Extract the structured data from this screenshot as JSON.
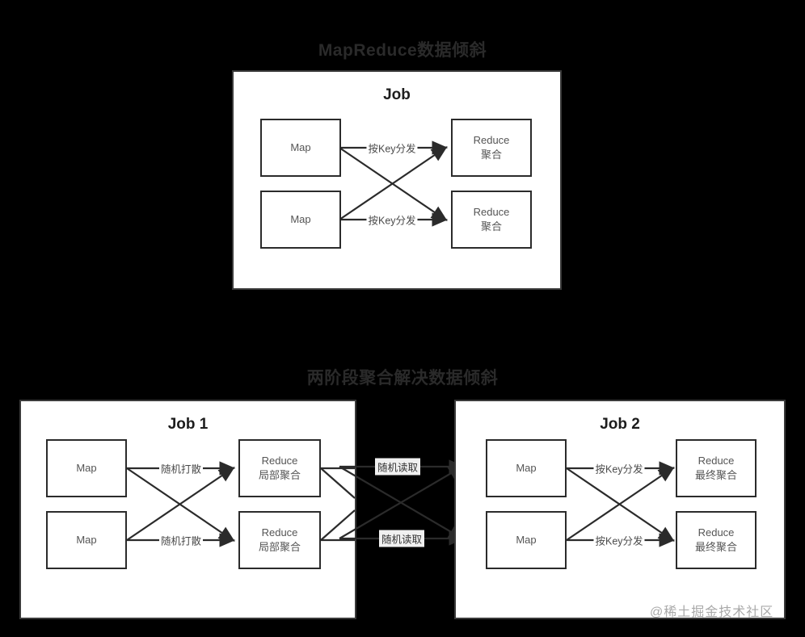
{
  "figures": [
    {
      "title": "MapReduce数据倾斜",
      "panel_title": "Job",
      "nodes": {
        "map_top": "Map",
        "map_bottom": "Map",
        "reduce_top_line1": "Reduce",
        "reduce_top_line2": "聚合",
        "reduce_bottom_line1": "Reduce",
        "reduce_bottom_line2": "聚合"
      },
      "edge_labels": {
        "top": "按Key分发",
        "bottom": "按Key分发"
      }
    },
    {
      "title": "两阶段聚合解决数据倾斜",
      "left_panel": {
        "panel_title": "Job 1",
        "nodes": {
          "map_top": "Map",
          "map_bottom": "Map",
          "reduce_top_line1": "Reduce",
          "reduce_top_line2": "局部聚合",
          "reduce_bottom_line1": "Reduce",
          "reduce_bottom_line2": "局部聚合"
        },
        "edge_labels": {
          "top": "随机打散",
          "bottom": "随机打散"
        }
      },
      "bridge_labels": {
        "top": "随机读取",
        "bottom": "随机读取"
      },
      "right_panel": {
        "panel_title": "Job 2",
        "nodes": {
          "map_top": "Map",
          "map_bottom": "Map",
          "reduce_top_line1": "Reduce",
          "reduce_top_line2": "最终聚合",
          "reduce_bottom_line1": "Reduce",
          "reduce_bottom_line2": "最终聚合"
        },
        "edge_labels": {
          "top": "按Key分发",
          "bottom": "按Key分发"
        }
      }
    }
  ],
  "watermark": "@稀土掘金技术社区",
  "colors": {
    "background": "#000000",
    "panel_fill": "#ffffff",
    "panel_border": "#3a3a3a",
    "node_border": "#2b2b2b",
    "node_text": "#555555",
    "title_text": "#2a2a2a",
    "watermark_text": "#9a9a9a"
  }
}
